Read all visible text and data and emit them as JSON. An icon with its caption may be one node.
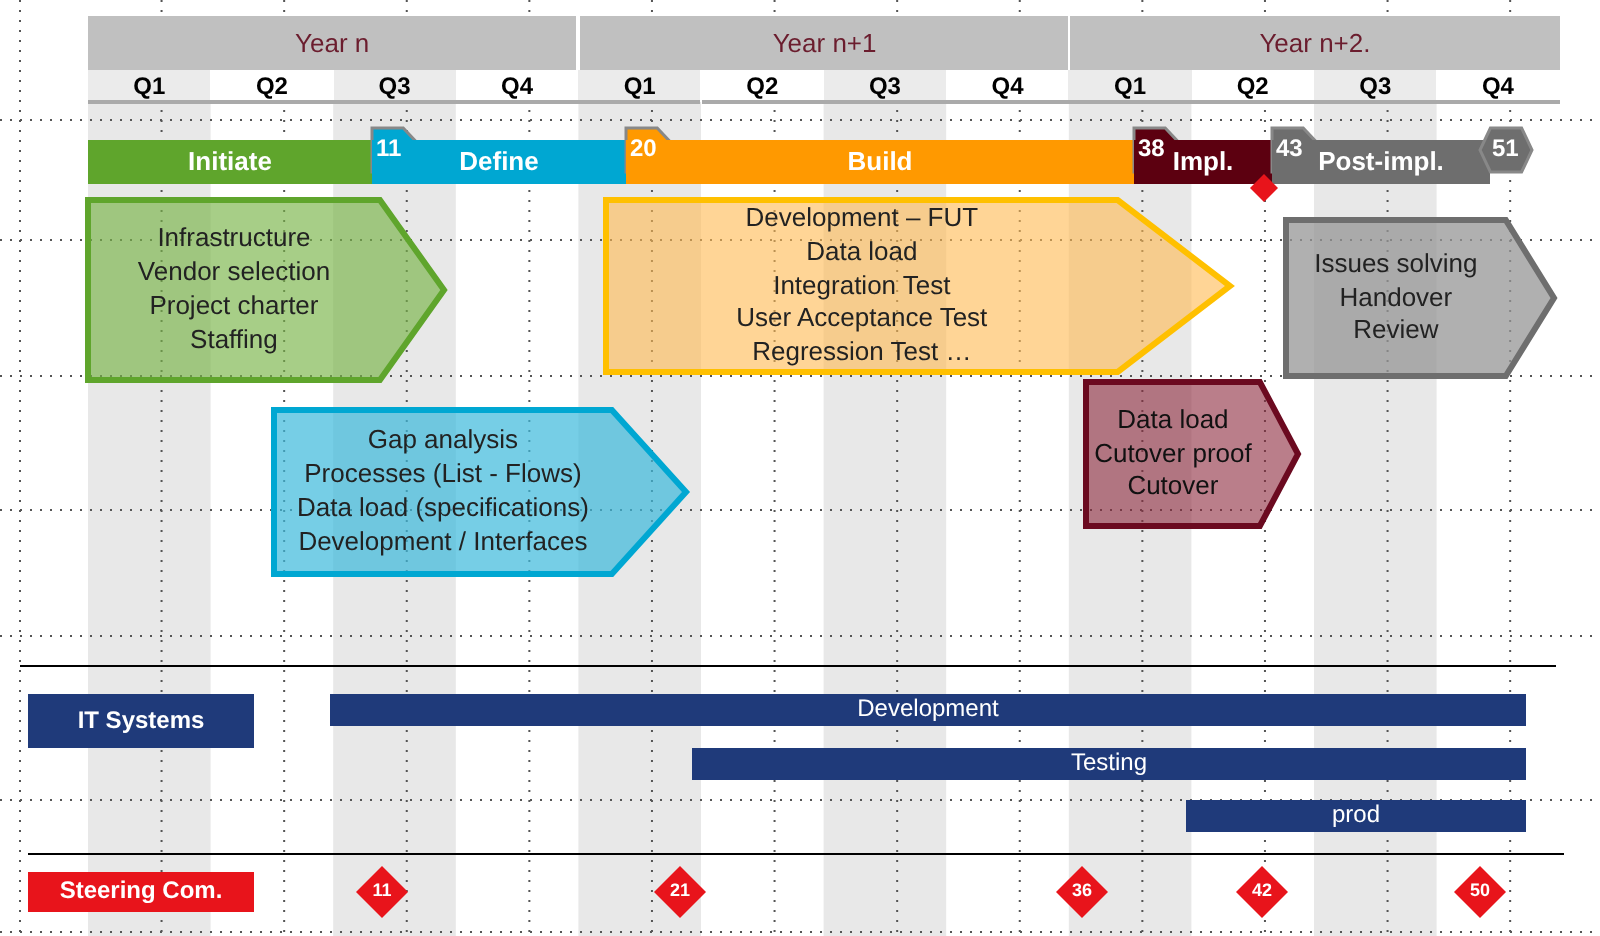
{
  "diagram": {
    "nodes": [
      {
        "text": [
          "Initiate"
        ]
      },
      {
        "text": [
          "11"
        ]
      },
      {
        "text": [
          "Define"
        ]
      },
      {
        "text": [
          "20"
        ]
      },
      {
        "text": [
          "Build"
        ]
      },
      {
        "text": [
          "38"
        ]
      },
      {
        "text": [
          "Impl."
        ]
      },
      {
        "text": [
          "43"
        ]
      },
      {
        "text": [
          "Post-impl."
        ]
      },
      {
        "text": [
          "51"
        ]
      },
      {
        "text": [],
        "shape": "diamond"
      },
      {
        "text": [
          "Infrastructure",
          "Vendor selection",
          "Project charter",
          "Staffing"
        ]
      },
      {
        "text": [
          "Development – FUT",
          "Data load",
          "Integration Test",
          "User Acceptance Test",
          "Regression Test …"
        ]
      },
      {
        "text": [
          "Issues solving",
          "Handover",
          "Review"
        ]
      },
      {
        "text": [
          "Gap analysis",
          "Processes (List - Flows)",
          "Data load (specifications)",
          "Development / Interfaces"
        ]
      },
      {
        "text": [
          "Data load",
          "Cutover proof",
          "Cutover"
        ]
      },
      {
        "text": [
          "IT Systems"
        ]
      },
      {
        "text": [
          "Development"
        ]
      },
      {
        "text": [
          "Testing"
        ]
      },
      {
        "text": [
          "prod"
        ]
      },
      {
        "text": [
          "Steering Com."
        ]
      },
      {
        "text": [
          "11"
        ]
      },
      {
        "text": [
          "21"
        ]
      },
      {
        "text": [
          "36"
        ]
      },
      {
        "text": [
          "42"
        ]
      },
      {
        "text": [
          "50"
        ]
      }
    ],
    "labels": [
      "Year n",
      "Year n+1",
      "Year n+2.",
      "Q1",
      "Q2",
      "Q3",
      "Q4",
      "Q1",
      "Q2",
      "Q3",
      "Q4",
      "Q1",
      "Q2",
      "Q3",
      "Q4"
    ]
  }
}
